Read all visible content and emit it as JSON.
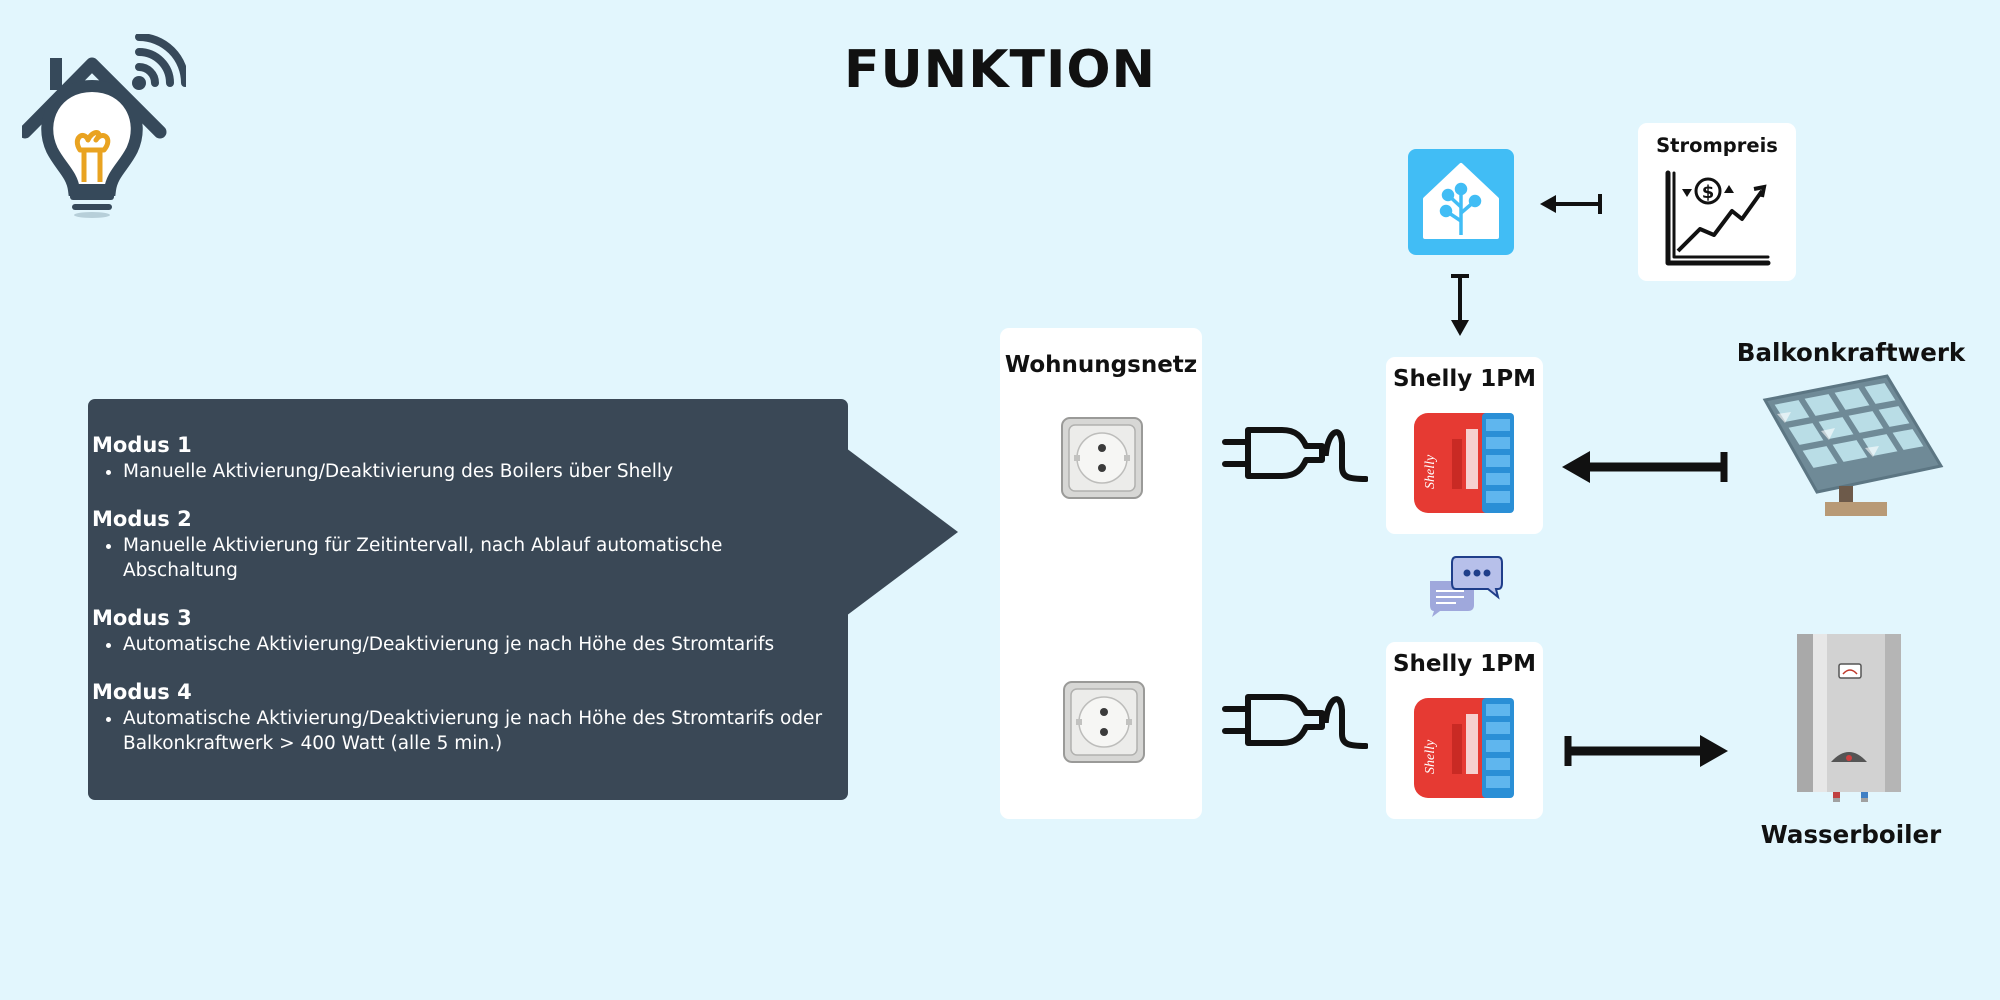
{
  "title": "FUNKTION",
  "modes": [
    {
      "title": "Modus 1",
      "bullets": [
        "Manuelle Aktivierung/Deaktivierung des Boilers über Shelly"
      ]
    },
    {
      "title": "Modus 2",
      "bullets": [
        "Manuelle Aktivierung für Zeitintervall, nach Ablauf automatische Abschaltung"
      ]
    },
    {
      "title": "Modus 3",
      "bullets": [
        "Automatische Aktivierung/Deaktivierung je nach Höhe des Stromtarifs"
      ]
    },
    {
      "title": "Modus 4",
      "bullets": [
        "Automatische Aktivierung/Deaktivierung je nach Höhe des Stromtarifs oder Balkonkraftwerk > 400 Watt (alle 5 min.)"
      ]
    }
  ],
  "nodes": {
    "grid": "Wohnungsnetz",
    "shelly_top": "Shelly 1PM",
    "shelly_bottom": "Shelly 1PM",
    "price": "Strompreis",
    "solar": "Balkonkraftwerk",
    "boiler": "Wasserboiler"
  },
  "colors": {
    "background": "#e2f6fd",
    "callout": "#3a4856",
    "home_assistant": "#41bdf5",
    "shelly_red": "#e63a33",
    "logo_dark": "#36495a",
    "logo_accent": "#e9a321"
  },
  "icons": [
    "smart-home-bulb-logo",
    "home-assistant-icon",
    "price-chart-icon",
    "wall-socket-icon",
    "plug-icon",
    "shelly-relay-icon",
    "chat-bubbles-icon",
    "solar-panel-icon",
    "water-boiler-icon"
  ]
}
